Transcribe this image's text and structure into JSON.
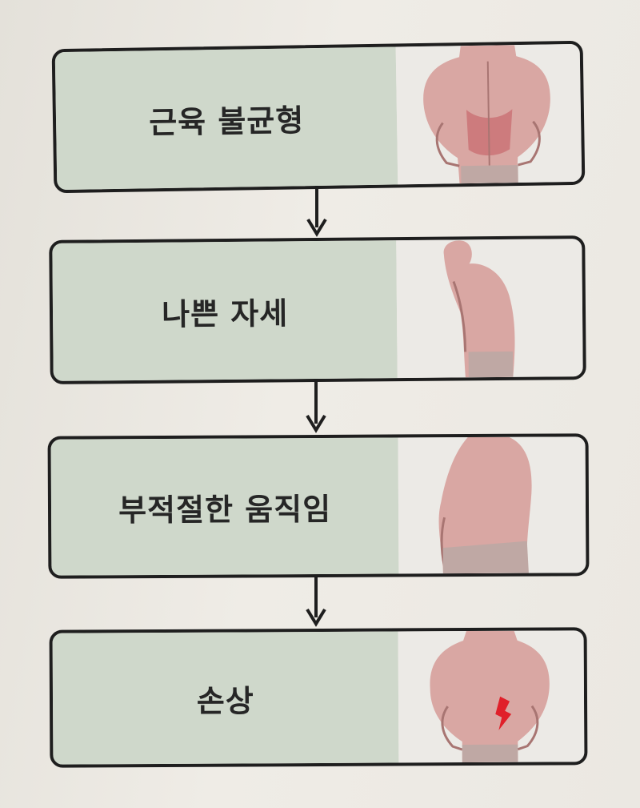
{
  "steps": [
    {
      "label": "근육 불균형",
      "figure": "back-hands-on-hips-icon"
    },
    {
      "label": "나쁜 자세",
      "figure": "slouched-posture-icon"
    },
    {
      "label": "부적절한 움직임",
      "figure": "bending-back-icon"
    },
    {
      "label": "손상",
      "figure": "injured-back-icon"
    }
  ],
  "colors": {
    "box_border": "#1e1e1e",
    "text_panel": "#cfd8cb",
    "image_panel": "#eceae6",
    "skin": "#d9a7a3",
    "injury": "#e0202a"
  }
}
